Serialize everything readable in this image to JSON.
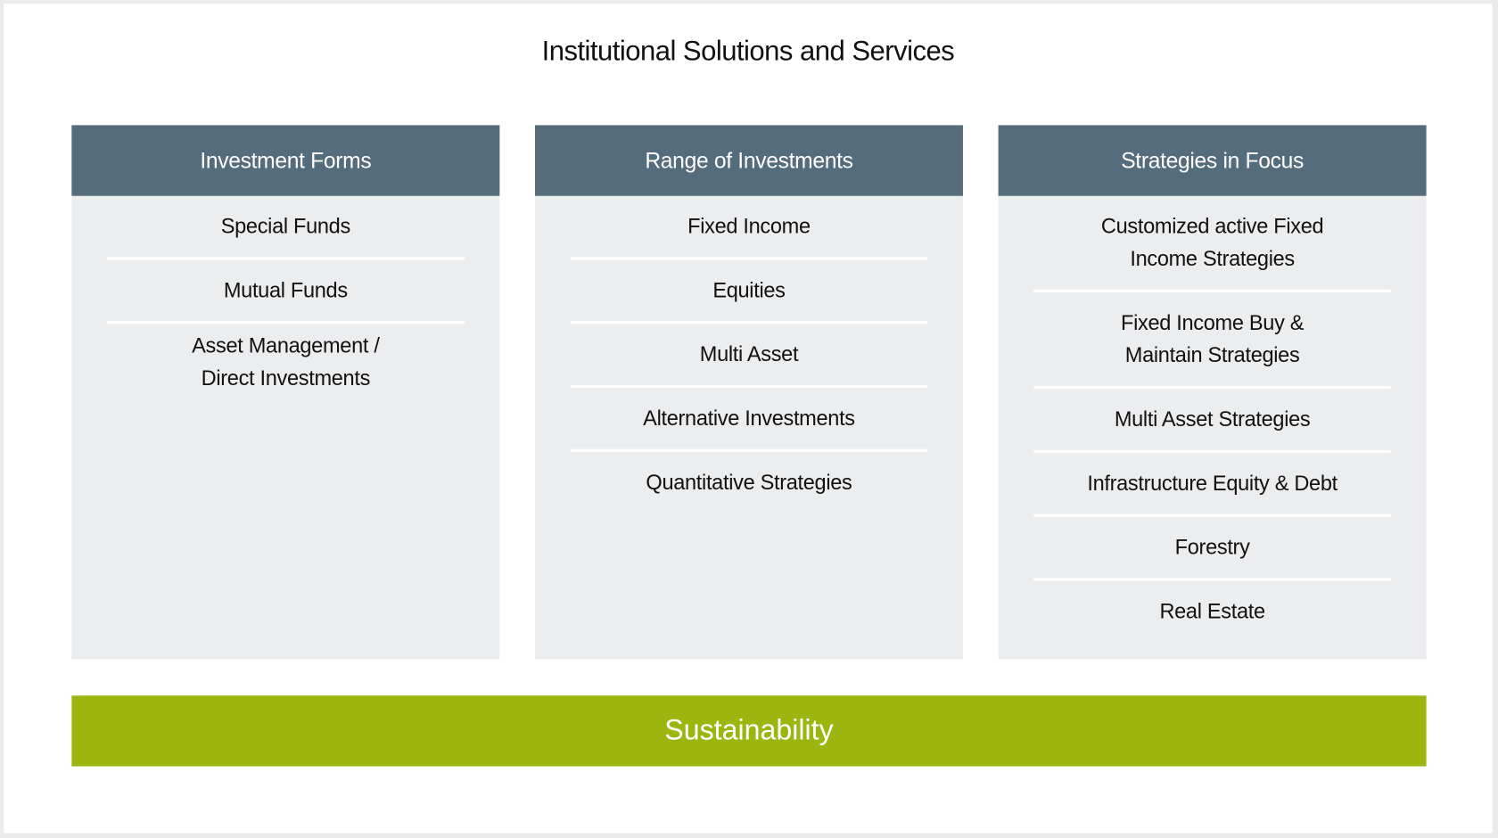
{
  "title": "Institutional Solutions and Services",
  "columns": [
    {
      "header": "Investment Forms",
      "items": [
        "Special Funds",
        "Mutual Funds",
        "Asset Management / Direct Investments"
      ]
    },
    {
      "header": "Range of Investments",
      "items": [
        "Fixed Income",
        "Equities",
        "Multi Asset",
        "Alternative Investments",
        "Quantitative Strategies"
      ]
    },
    {
      "header": "Strategies in Focus",
      "items": [
        "Customized active Fixed Income Strategies",
        "Fixed Income Buy & Maintain Strategies",
        "Multi Asset Strategies",
        "Infrastructure Equity & Debt",
        "Forestry",
        "Real Estate"
      ]
    }
  ],
  "footer": "Sustainability",
  "colors": {
    "header": "#546c7c",
    "panel": "#ecedef",
    "accent": "#9db50f"
  }
}
